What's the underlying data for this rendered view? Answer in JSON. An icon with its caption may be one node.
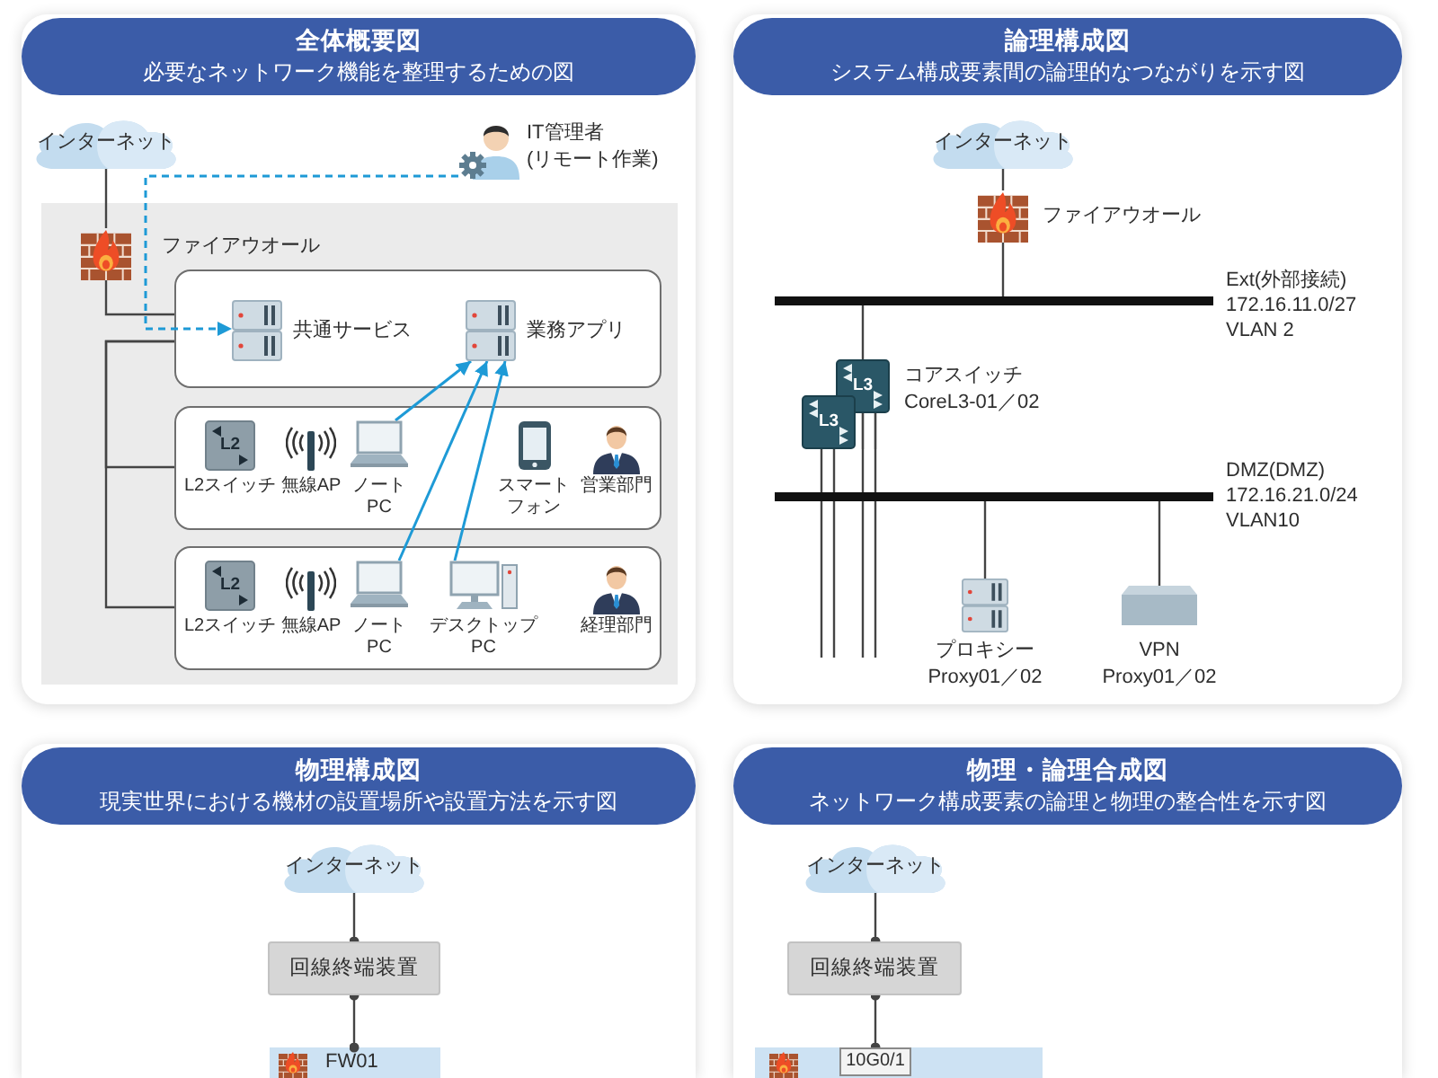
{
  "diagram": {
    "nodes": [
      {
        "text": [
          "全体概要図",
          "必要なネットワーク機能を整理するための図"
        ]
      },
      {
        "text": [
          "インターネット"
        ],
        "in": 0
      },
      {
        "text": [
          "IT管理者",
          "(リモート作業)"
        ],
        "in": 0
      },
      {
        "text": [],
        "shape": "box",
        "in": 0
      },
      {
        "text": [
          "ファイアウオール"
        ],
        "in": 3
      },
      {
        "text": [],
        "shape": "box",
        "in": 3
      },
      {
        "text": [
          "共通サービス"
        ],
        "in": 5
      },
      {
        "text": [
          "業務アプリ"
        ],
        "in": 5
      },
      {
        "text": [],
        "shape": "box",
        "in": 3
      },
      {
        "text": [
          "L2",
          "L2スイッチ"
        ],
        "in": 8
      },
      {
        "text": [
          "無線AP"
        ],
        "in": 8
      },
      {
        "text": [
          "ノートPC"
        ],
        "in": 8
      },
      {
        "text": [
          "スマートフォン"
        ],
        "in": 8
      },
      {
        "text": [
          "営業部門"
        ],
        "in": 8
      },
      {
        "text": [],
        "shape": "box",
        "in": 3
      },
      {
        "text": [
          "L2",
          "L2スイッチ"
        ],
        "in": 14
      },
      {
        "text": [
          "無線AP"
        ],
        "in": 14
      },
      {
        "text": [
          "ノートPC"
        ],
        "in": 14
      },
      {
        "text": [
          "デスクトップPC"
        ],
        "in": 14
      },
      {
        "text": [
          "経理部門"
        ],
        "in": 14
      },
      {
        "text": [
          "論理構成図",
          "システム構成要素間の論理的なつながりを示す図"
        ]
      },
      {
        "text": [
          "インターネット"
        ],
        "in": 20
      },
      {
        "text": [
          "ファイアウオール"
        ],
        "in": 20
      },
      {
        "text": [],
        "shape": "bar",
        "beside": [
          "Ext(外部接続)",
          "172.16.11.0/27",
          "VLAN 2"
        ],
        "in": 20
      },
      {
        "text": [
          "L3",
          "L3",
          "コアスイッチ",
          "CoreL3-01／02"
        ],
        "in": 20
      },
      {
        "text": [],
        "shape": "bar",
        "beside": [
          "DMZ(DMZ)",
          "172.16.21.0/24",
          "VLAN10"
        ],
        "in": 20
      },
      {
        "text": [
          "プロキシー",
          "Proxy01／02"
        ],
        "in": 20
      },
      {
        "text": [
          "VPN",
          "Proxy01／02"
        ],
        "in": 20
      },
      {
        "text": [
          "物理構成図",
          "現実世界における機材の設置場所や設置方法を示す図"
        ]
      },
      {
        "text": [
          "インターネット"
        ],
        "in": 28
      },
      {
        "text": [
          "回線終端装置"
        ],
        "in": 28
      },
      {
        "text": [
          "FW01"
        ],
        "in": 28
      },
      {
        "text": [
          "物理・論理合成図",
          "ネットワーク構成要素の論理と物理の整合性を示す図"
        ]
      },
      {
        "text": [
          "インターネット"
        ],
        "in": 32
      },
      {
        "text": [
          "回線終端装置"
        ],
        "in": 32
      },
      {
        "text": [],
        "shape": "box",
        "in": 32
      },
      {
        "text": [
          "10G0/1"
        ],
        "in": 35
      }
    ],
    "edges": [
      {
        "from": 1,
        "to": 4,
        "arrow": "none"
      },
      {
        "from": 4,
        "to": 5,
        "arrow": "none"
      },
      {
        "from": 5,
        "to": 8,
        "arrow": "none"
      },
      {
        "from": 5,
        "to": 14,
        "arrow": "none"
      },
      {
        "from": 2,
        "to": 6,
        "arrow": "to",
        "style": "dashed",
        "color": "#1e9ad6"
      },
      {
        "from": 11,
        "to": 7,
        "arrow": "to",
        "color": "#1e9ad6"
      },
      {
        "from": 17,
        "to": 7,
        "arrow": "to",
        "color": "#1e9ad6"
      },
      {
        "from": 18,
        "to": 7,
        "arrow": "to",
        "color": "#1e9ad6"
      },
      {
        "from": 21,
        "to": 22,
        "arrow": "none"
      },
      {
        "from": 22,
        "to": 23,
        "arrow": "none"
      },
      {
        "from": 23,
        "to": 24,
        "arrow": "none"
      },
      {
        "from": 24,
        "to": null,
        "arrow": "none"
      },
      {
        "from": 24,
        "to": null,
        "arrow": "none"
      },
      {
        "from": 24,
        "to": null,
        "arrow": "none"
      },
      {
        "from": 24,
        "to": null,
        "arrow": "none"
      },
      {
        "from": 25,
        "to": 26,
        "arrow": "none"
      },
      {
        "from": 25,
        "to": 27,
        "arrow": "none"
      },
      {
        "from": 29,
        "to": 30,
        "arrow": "other"
      },
      {
        "from": 30,
        "to": 31,
        "arrow": "other"
      },
      {
        "from": 33,
        "to": 34,
        "arrow": "other"
      },
      {
        "from": 34,
        "to": 36,
        "arrow": "other"
      }
    ]
  }
}
